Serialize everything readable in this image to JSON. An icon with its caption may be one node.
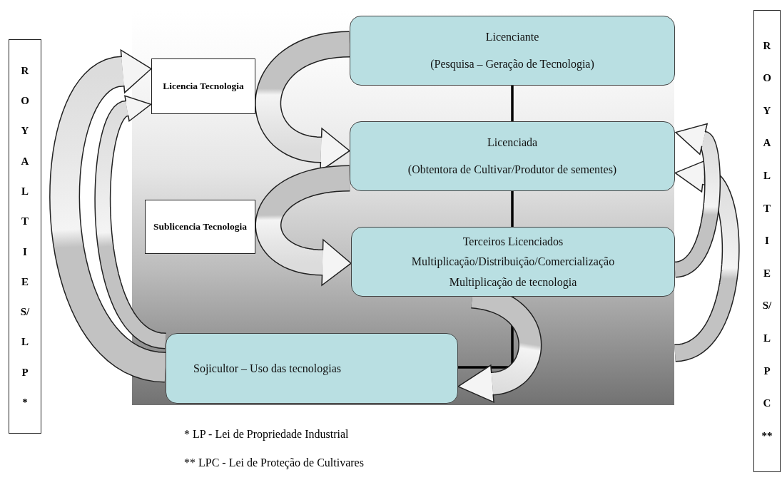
{
  "diagram": {
    "nodes": [
      {
        "text": [
          "Licenciante",
          "(Pesquisa – Geração de Tecnologia)"
        ]
      },
      {
        "text": [
          "Licenciada",
          "(Obtentora de Cultivar/Produtor de sementes)"
        ]
      },
      {
        "text": [
          "Terceiros Licenciados",
          "Multiplicação/Distribuição/Comercialização",
          "Multiplicação de tecnologia"
        ]
      },
      {
        "text": [
          "Sojicultor – Uso das tecnologias"
        ]
      },
      {
        "text": [
          "Licencia Tecnologia"
        ]
      },
      {
        "text": [
          "Sublicencia Tecnologia"
        ]
      },
      {
        "text": [
          "ROYALTIES/LP*"
        ]
      },
      {
        "text": [
          "ROYALTIES/LPC**"
        ]
      }
    ],
    "edges": [
      {
        "from": 0,
        "to": 1,
        "arrow": "none"
      },
      {
        "from": 1,
        "to": 2,
        "arrow": "none"
      },
      {
        "from": 2,
        "to": 3,
        "arrow": "none"
      },
      {
        "from": 0,
        "to": 1,
        "arrow": "to"
      },
      {
        "from": 1,
        "to": 2,
        "arrow": "to"
      },
      {
        "from": 2,
        "to": 3,
        "arrow": "to"
      },
      {
        "from": 3,
        "to": 4,
        "arrow": "to"
      },
      {
        "from": 3,
        "to": 4,
        "arrow": "to"
      },
      {
        "from": 2,
        "to": 1,
        "arrow": "to"
      },
      {
        "from": null,
        "to": 1,
        "arrow": "to"
      }
    ],
    "labels": [
      "* LP - Lei de Propriedade Industrial",
      "** LPC - Lei de Proteção de Cultivares"
    ]
  }
}
